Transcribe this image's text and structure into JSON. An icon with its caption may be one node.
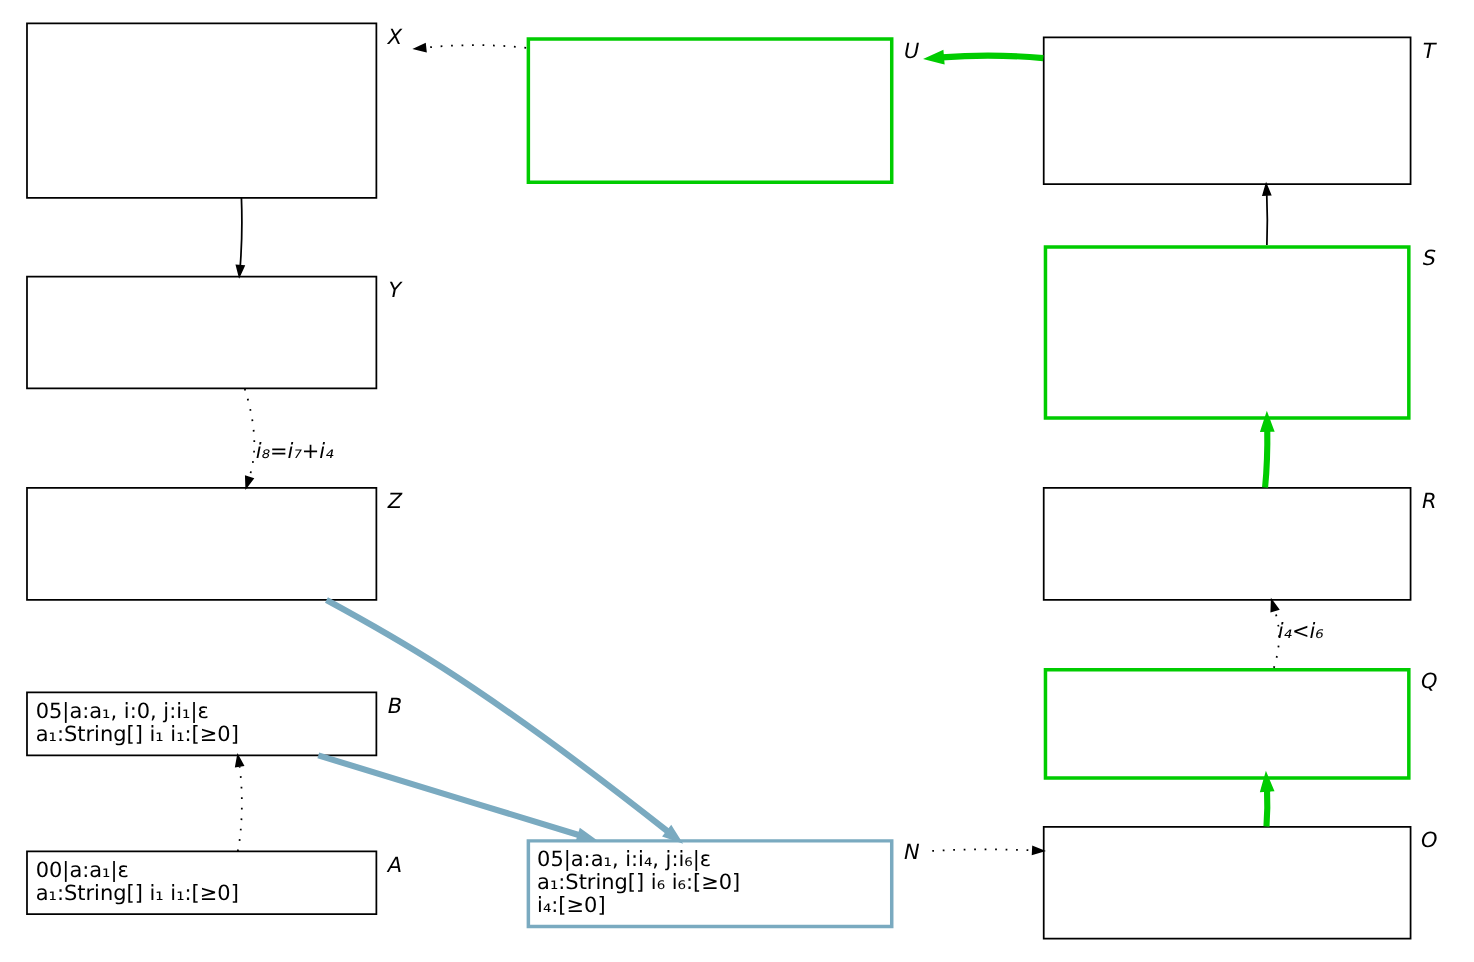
{
  "diagram": {
    "nodes": [
      {
        "text": [
          "X"
        ]
      },
      {
        "text": [
          "U"
        ]
      },
      {
        "text": [
          "T"
        ]
      },
      {
        "text": [
          "Y"
        ]
      },
      {
        "text": [
          "S"
        ]
      },
      {
        "text": [
          "Z"
        ]
      },
      {
        "text": [
          "R"
        ]
      },
      {
        "text": [
          "Q"
        ]
      },
      {
        "text": [
          "05|a:a₁, i:0, j:i₁|ε",
          "a₁:String[] i₁ i₁:[≥0]",
          "B"
        ]
      },
      {
        "text": [
          "00|a:a₁|ε",
          "a₁:String[] i₁ i₁:[≥0]",
          "A"
        ]
      },
      {
        "text": [
          "05|a:a₁, i:i₄, j:i₆|ε",
          "a₁:String[] i₆ i₆:[≥0]",
          "i₄:[≥0]",
          "N"
        ]
      },
      {
        "text": [
          "O"
        ]
      }
    ],
    "edges": [
      {
        "from": 0,
        "to": 3,
        "arrow": "to"
      },
      {
        "from": 1,
        "to": 0,
        "arrow": "to",
        "style": "dashed"
      },
      {
        "from": 2,
        "to": 1,
        "arrow": "to",
        "style": "thick",
        "color": "#00cc00"
      },
      {
        "from": 3,
        "to": 5,
        "arrow": "to",
        "style": "dashed",
        "label": "i₈=i₇+i₄"
      },
      {
        "from": 5,
        "to": 10,
        "arrow": "to",
        "style": "thick",
        "color": "#7aaac0"
      },
      {
        "from": 8,
        "to": 10,
        "arrow": "to",
        "style": "thick",
        "color": "#7aaac0"
      },
      {
        "from": 9,
        "to": 8,
        "arrow": "to",
        "style": "dashed"
      },
      {
        "from": 10,
        "to": 11,
        "arrow": "to",
        "style": "dashed"
      },
      {
        "from": 11,
        "to": 7,
        "arrow": "to",
        "style": "thick",
        "color": "#00cc00"
      },
      {
        "from": 7,
        "to": 6,
        "arrow": "to",
        "style": "dashed",
        "label": "i₄<i₆"
      },
      {
        "from": 6,
        "to": 4,
        "arrow": "to",
        "style": "thick",
        "color": "#00cc00"
      },
      {
        "from": 4,
        "to": 2,
        "arrow": "to"
      }
    ]
  }
}
